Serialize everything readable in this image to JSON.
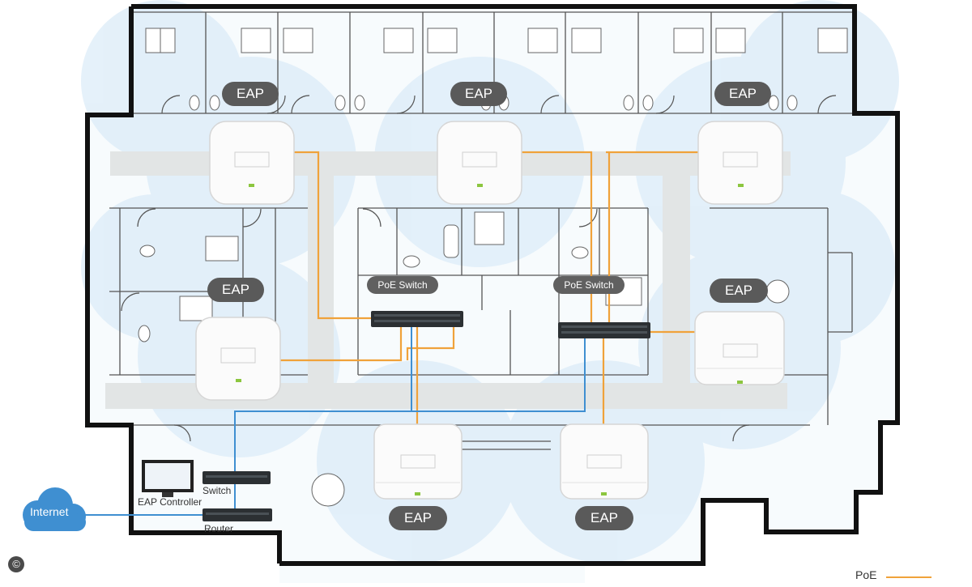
{
  "diagram": {
    "ap_label": "EAP",
    "poe_switch_label": "PoE Switch",
    "switch_label": "Switch",
    "controller_label": "EAP Controller",
    "internet_label": "Internet",
    "router_label": "Router",
    "copyright_symbol": "©",
    "legend": {
      "poe_label": "PoE",
      "poe_color": "#f0a23a"
    },
    "ethernet_color": "#3f8fd1",
    "coverage_color": "#dcecf8",
    "wall_color": "#111111",
    "corridor_color": "#e3e6e6"
  }
}
